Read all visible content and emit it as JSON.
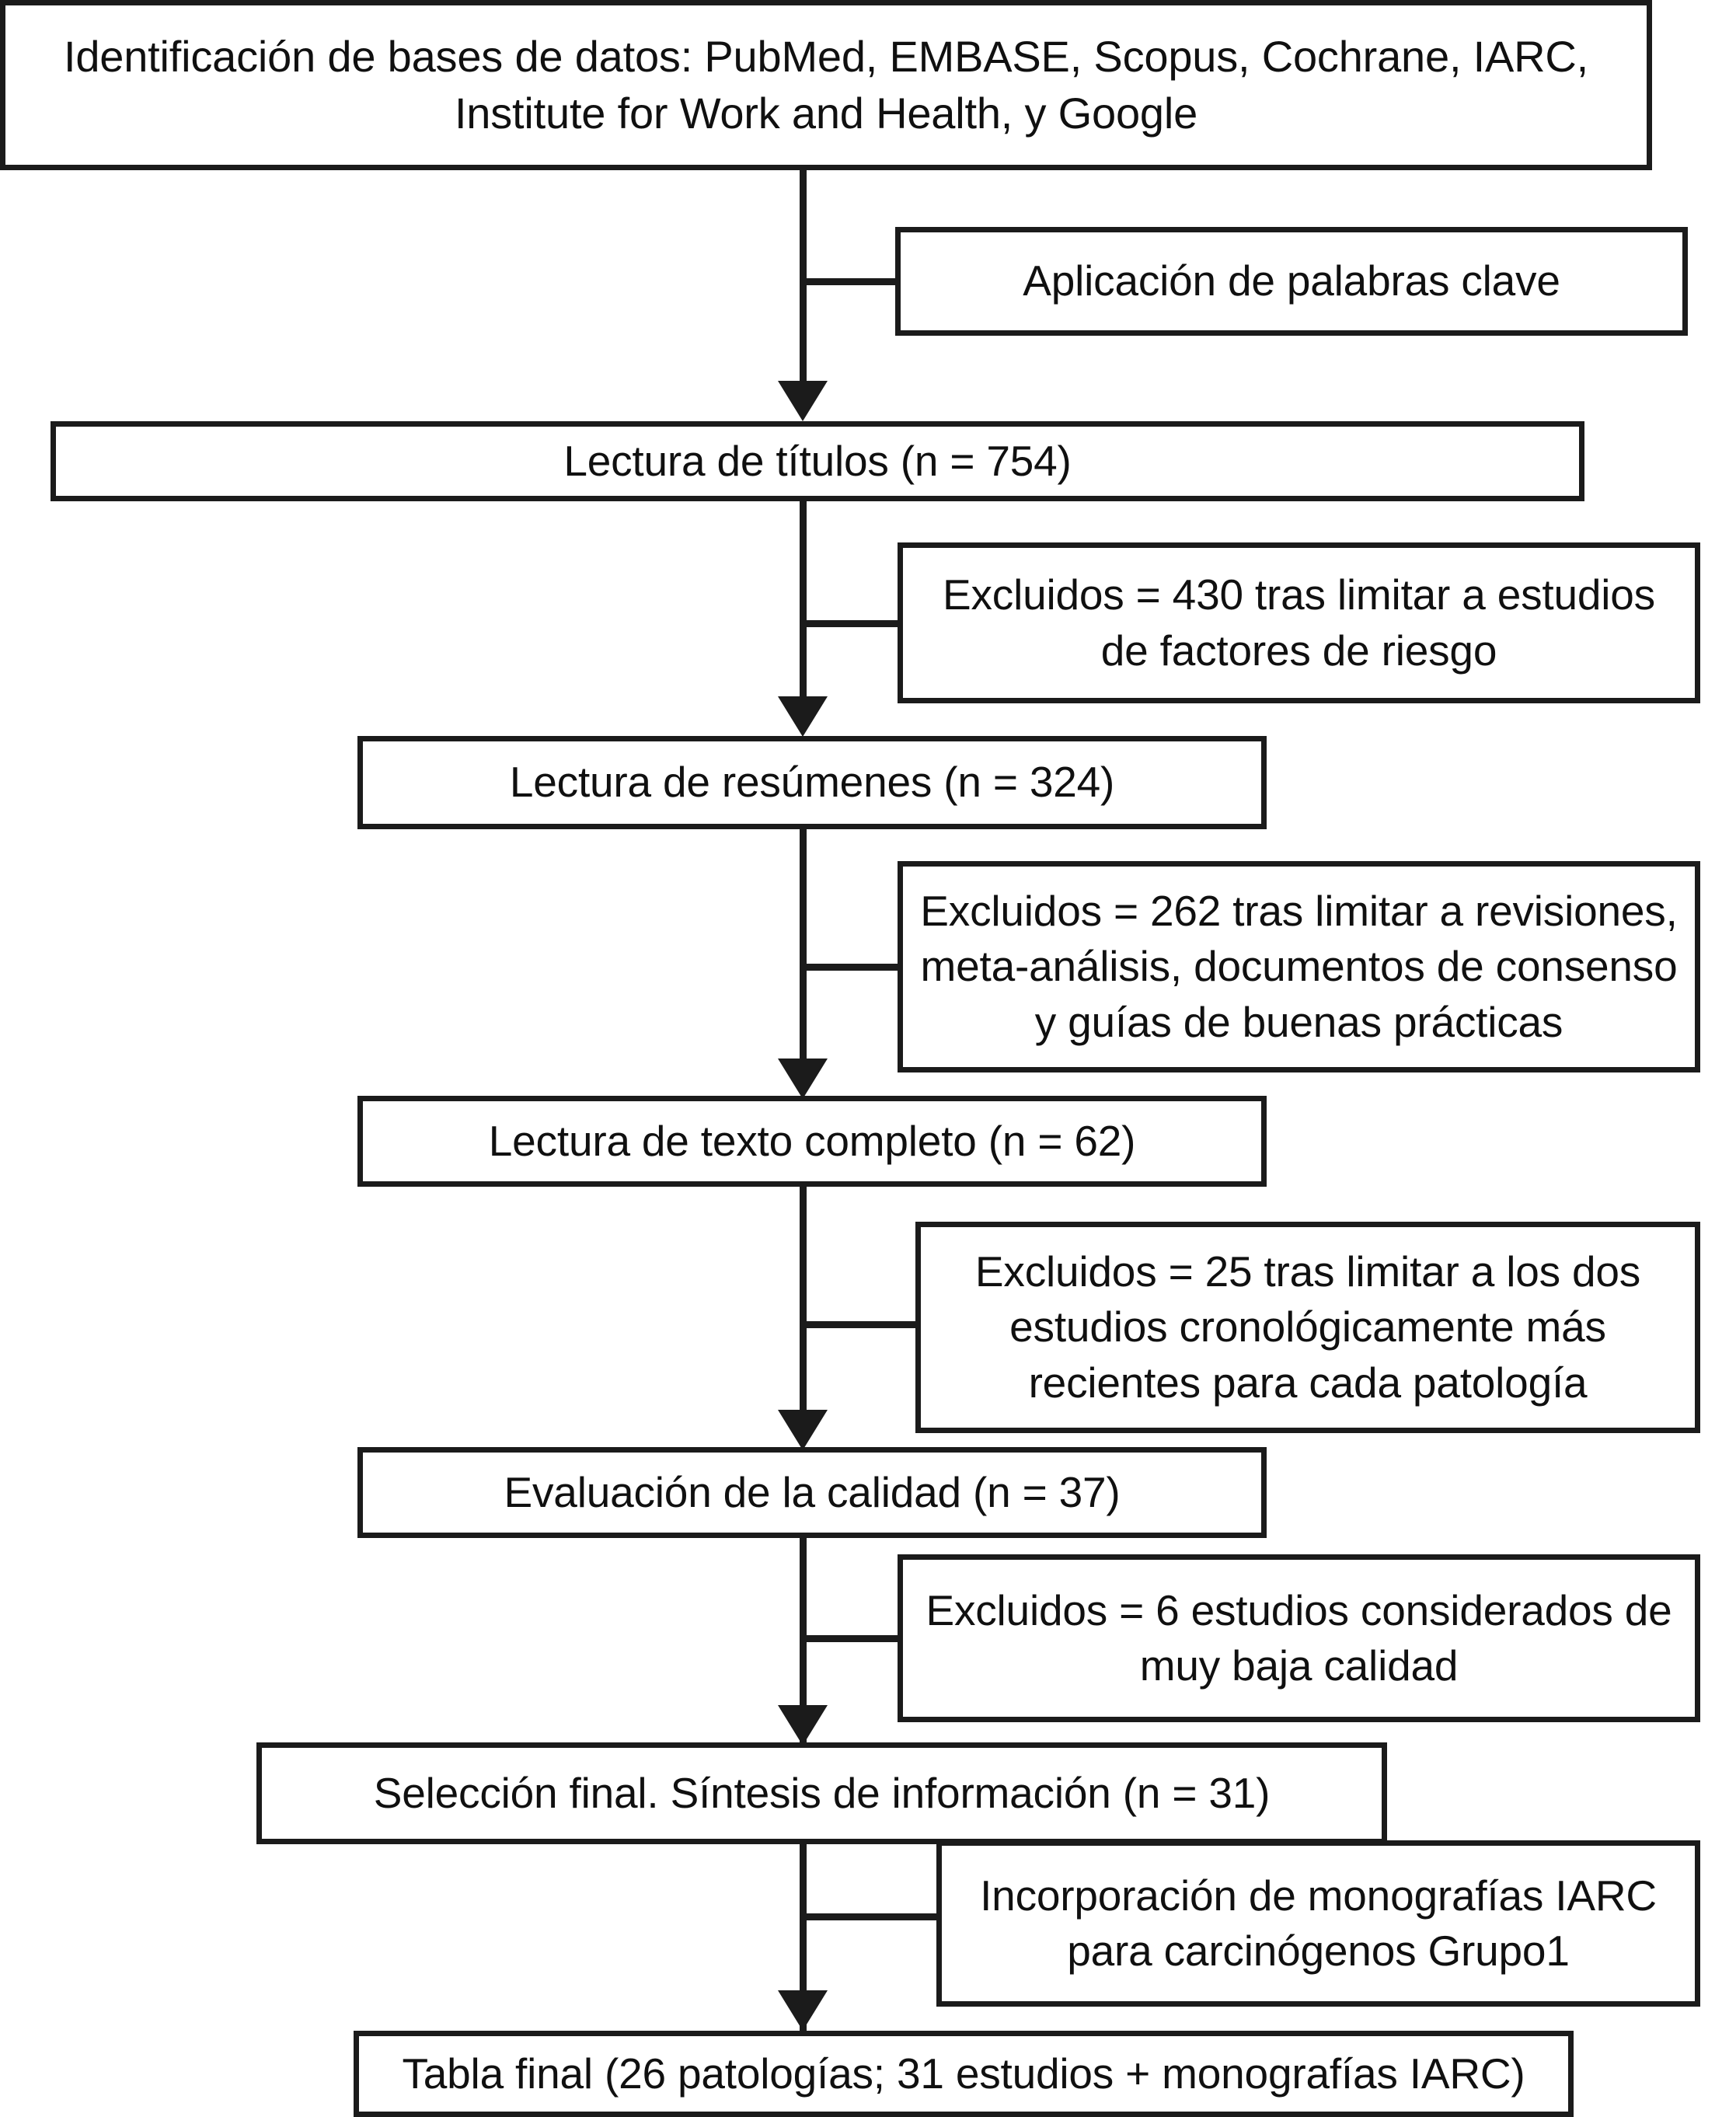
{
  "diagram": {
    "title": "Diagrama de flujo de seleccion de estudios",
    "type": "prisma-flowchart",
    "language": "es",
    "colors": {
      "line": "#1b1b1b",
      "box_border": "#1b1b1b",
      "box_fill": "#ffffff",
      "text": "#101010"
    },
    "nodes": {
      "identification": {
        "label": "Identificación de bases de datos: PubMed, EMBASE, Scopus, Cochrane, IARC,\nInstitute for Work and Health, y Google"
      },
      "keywords": {
        "label": "Aplicación de palabras clave"
      },
      "titles": {
        "label": "Lectura de títulos (n = 754)",
        "n": 754
      },
      "excluded_titles": {
        "label": "Excluidos = 430 tras limitar a estudios\nde factores de riesgo",
        "excluded": 430
      },
      "abstracts": {
        "label": "Lectura de resúmenes (n = 324)",
        "n": 324
      },
      "excluded_abstracts": {
        "label": "Excluidos = 262 tras limitar a revisiones,\nmeta-análisis, documentos de consenso\ny guías de buenas prácticas",
        "excluded": 262
      },
      "fulltext": {
        "label": "Lectura de texto completo (n = 62)",
        "n": 62
      },
      "excluded_fulltext": {
        "label": "Excluidos = 25 tras limitar a los dos\nestudios cronológicamente más\nrecientes para cada patología",
        "excluded": 25
      },
      "quality": {
        "label": "Evaluación de la calidad (n = 37)",
        "n": 37
      },
      "excluded_quality": {
        "label": "Excluidos = 6 estudios considerados de\nmuy baja calidad",
        "excluded": 6
      },
      "final_selection": {
        "label": "Selección final. Síntesis de información (n = 31)",
        "n": 31
      },
      "iarc_monographs": {
        "label": "Incorporación de monografías IARC\npara carcinógenos Grupo1"
      },
      "final_table": {
        "label": "Tabla final (26 patologías; 31 estudios + monografías IARC)",
        "pathologies": 26,
        "studies": 31
      }
    }
  }
}
